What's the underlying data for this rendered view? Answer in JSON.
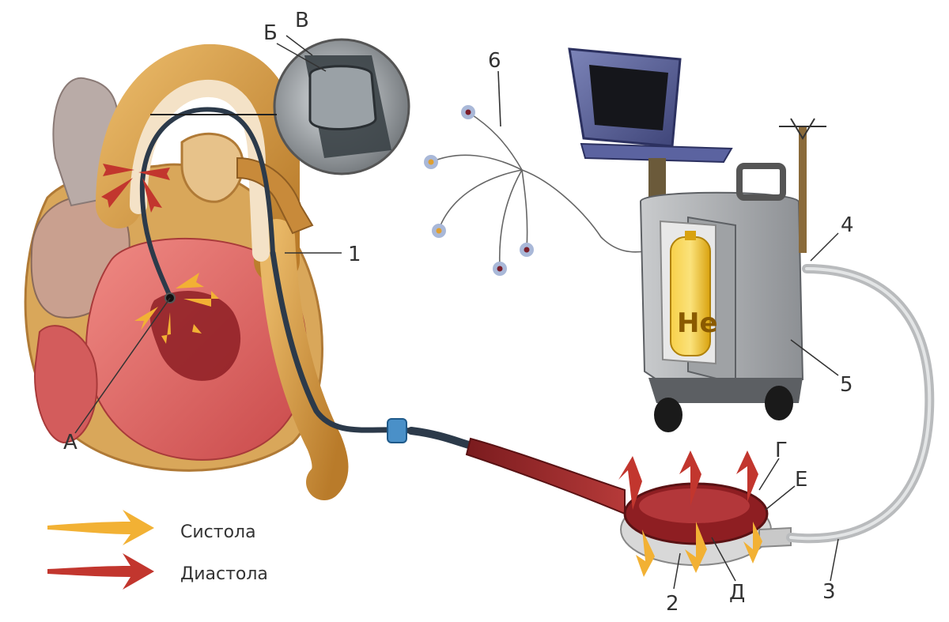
{
  "labels": {
    "l1": "1",
    "l2": "2",
    "l3": "3",
    "l4": "4",
    "l5": "5",
    "l6": "6",
    "A": "А",
    "B": "Б",
    "V": "В",
    "G": "Г",
    "D": "Д",
    "E": "Е"
  },
  "gas_label": "He",
  "legend": {
    "systole": "Систола",
    "diastole": "Диастола"
  },
  "colors": {
    "systole_arrow": "#f2b134",
    "diastole_arrow": "#c2362e",
    "heart_muscle": "#e06b6b",
    "aorta": "#d9a24a",
    "console": "#a9acaf",
    "helium_tank": "#f6c21c"
  }
}
